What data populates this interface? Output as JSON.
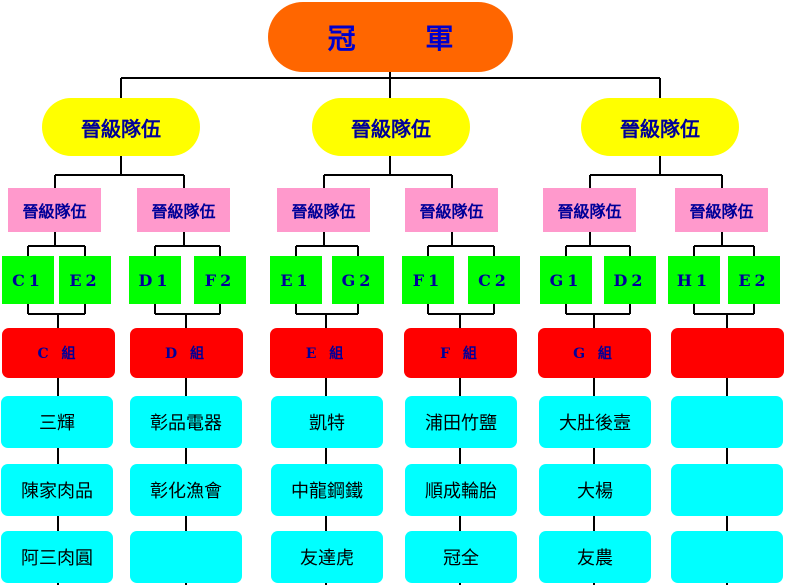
{
  "champion": {
    "label": "冠 軍"
  },
  "advance_label": "晉級隊伍",
  "groups": [
    {
      "seeds": [
        "C1",
        "E2"
      ],
      "name": "C 組",
      "teams": [
        "三輝",
        "陳家肉品",
        "阿三肉圓"
      ]
    },
    {
      "seeds": [
        "D1",
        "F2"
      ],
      "name": "D 組",
      "teams": [
        "彰品電器",
        "彰化漁會",
        ""
      ]
    },
    {
      "seeds": [
        "E1",
        "G2"
      ],
      "name": "E 組",
      "teams": [
        "凱特",
        "中龍鋼鐵",
        "友達虎"
      ]
    },
    {
      "seeds": [
        "F1",
        "C2"
      ],
      "name": "F 組",
      "teams": [
        "浦田竹鹽",
        "順成輪胎",
        "冠全"
      ]
    },
    {
      "seeds": [
        "G1",
        "D2"
      ],
      "name": "G 組",
      "teams": [
        "大肚後壼",
        "大楊",
        "友農"
      ]
    },
    {
      "seeds": [
        "H1",
        "E2"
      ],
      "name": "",
      "teams": [
        "",
        "",
        ""
      ]
    }
  ],
  "colors": {
    "champion": "#ff6600",
    "advance": "#ffff00",
    "semi": "#ff99cc",
    "seed": "#00ff00",
    "group": "#ff0000",
    "team": "#00ffff",
    "text": "#000099"
  }
}
